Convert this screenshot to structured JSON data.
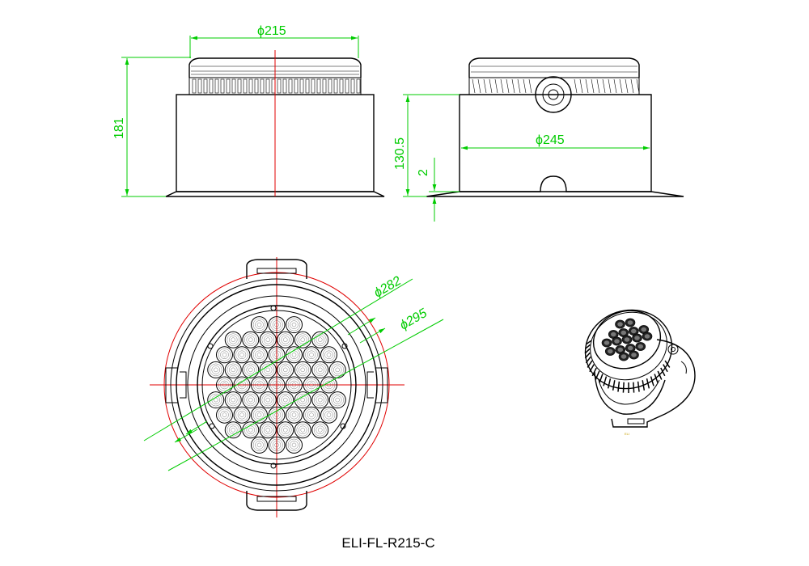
{
  "model_label": "ELI-FL-R215-C",
  "dimensions": {
    "top_diameter": "ϕ215",
    "overall_height": "181",
    "body_height": "130.5",
    "flange_thickness": "2",
    "body_diameter": "ϕ245",
    "inner_diameter": "ϕ282",
    "outer_diameter": "ϕ295"
  },
  "colors": {
    "outline": "#000000",
    "dimension": "#00cc00",
    "centerline": "#e00000"
  }
}
